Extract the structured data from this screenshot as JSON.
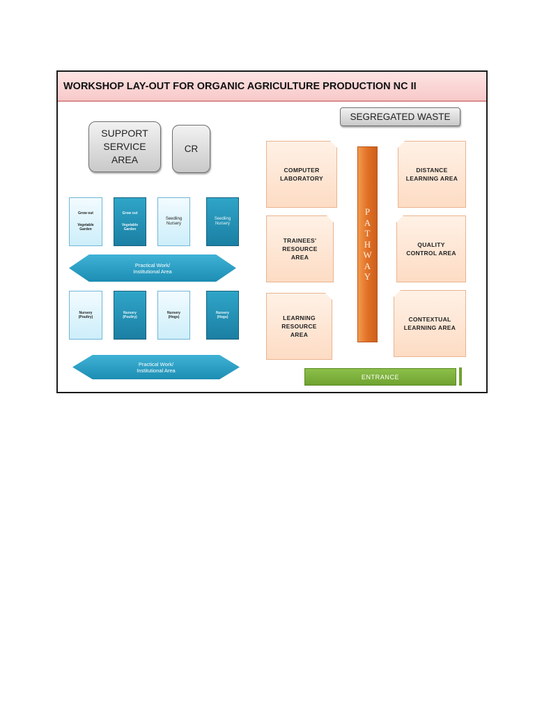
{
  "title": "WORKSHOP LAY-OUT FOR ORGANIC AGRICULTURE PRODUCTION NC II",
  "segregated_waste": "SEGREGATED WASTE",
  "support_service_area": "SUPPORT\nSERVICE\nAREA",
  "cr": "CR",
  "top_cards": [
    {
      "line1": "Grow out",
      "line2": "Vegetable\nGarden",
      "style": "light"
    },
    {
      "line1": "Grow out",
      "line2": "Vegetable\nGarden",
      "style": "dark"
    },
    {
      "line1": "Seedling\nNursery",
      "line2": "",
      "style": "light"
    },
    {
      "line1": "Seedling\nNursery",
      "line2": "",
      "style": "dark"
    }
  ],
  "bottom_cards": [
    {
      "line1": "Nursery\n(Poultry)",
      "style": "light"
    },
    {
      "line1": "Nursery\n(Poultry)",
      "style": "dark"
    },
    {
      "line1": "Nursery\n(Hogs)",
      "style": "light"
    },
    {
      "line1": "Nursery\n(Hogs)",
      "style": "dark"
    }
  ],
  "banners": [
    "Practical Work/\nInstitutional Area",
    "Practical Work/\nInstitutional Area"
  ],
  "left_column": [
    "COMPUTER\nLABORATORY",
    "TRAINEES'\nRESOURCE\nAREA",
    "LEARNING\nRESOURCE\nAREA"
  ],
  "right_column": [
    "DISTANCE\nLEARNING AREA",
    "QUALITY\nCONTROL AREA",
    "CONTEXTUAL\nLEARNING AREA"
  ],
  "pathway_letters": [
    "P",
    "A",
    "T",
    "H",
    "W",
    "A",
    "Y"
  ],
  "entrance": "ENTRANCE",
  "colors": {
    "title_bg": "#f8c9c9",
    "peach": "#fddcc4",
    "teal_dark": "#1b7fa3",
    "teal_light": "#cdeefa",
    "pathway": "#e07127",
    "entrance": "#6fa22f"
  }
}
